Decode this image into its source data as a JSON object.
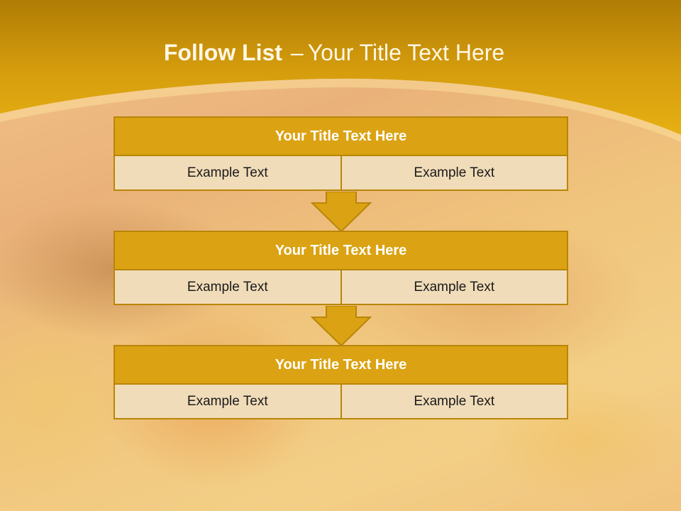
{
  "slide": {
    "title_bold": "Follow List",
    "title_dash": "–",
    "title_rest": "Your Title Text Here"
  },
  "blocks": [
    {
      "title": "Your Title Text Here",
      "cells": [
        "Example Text",
        "Example Text"
      ]
    },
    {
      "title": "Your Title Text Here",
      "cells": [
        "Example Text",
        "Example Text"
      ]
    },
    {
      "title": "Your Title Text Here",
      "cells": [
        "Example Text",
        "Example Text"
      ]
    }
  ],
  "colors": {
    "accent": "#dba313",
    "border": "#b88608",
    "cell_fill": "#f1dcb9",
    "title_text": "#ffffff"
  }
}
